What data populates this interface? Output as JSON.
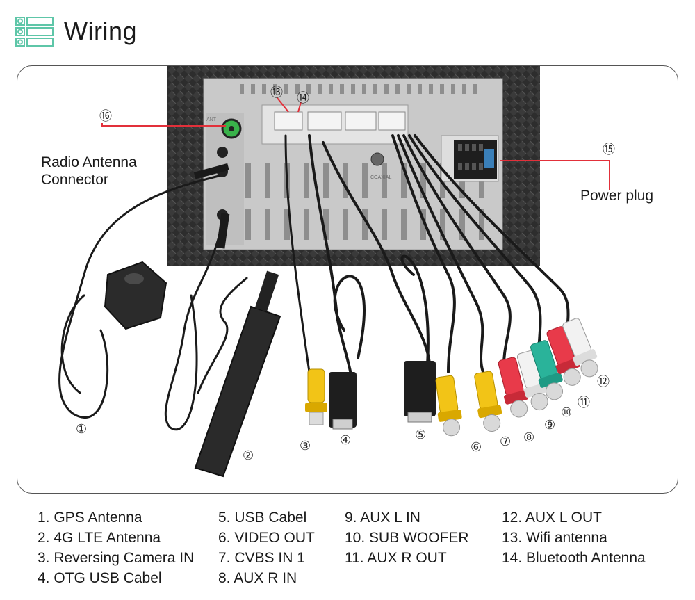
{
  "header": {
    "title": "Wiring",
    "icon": "list-icon"
  },
  "callouts": {
    "radio_antenna_line1": "Radio Antenna",
    "radio_antenna_line2": "Connector",
    "power_plug": "Power plug"
  },
  "markers": {
    "m1": "①",
    "m2": "②",
    "m3": "③",
    "m4": "④",
    "m5": "⑤",
    "m6": "⑥",
    "m7": "⑦",
    "m8": "⑧",
    "m9": "⑨",
    "m10": "⑩",
    "m11": "⑪",
    "m12": "⑫",
    "m13": "⑬",
    "m14": "⑭",
    "m15": "⑮",
    "m16": "⑯"
  },
  "unit_labels": {
    "coaxial": "COAXIAL",
    "ant": "ANT"
  },
  "legend": {
    "col1": [
      "1. GPS Antenna",
      "2. 4G LTE Antenna",
      "3. Reversing Camera IN",
      "4. OTG USB Cabel"
    ],
    "col2": [
      "5. USB Cabel",
      "6. VIDEO OUT",
      "7. CVBS IN 1",
      "8. AUX R IN"
    ],
    "col3": [
      "9. AUX L IN",
      "10. SUB WOOFER",
      "11. AUX R OUT"
    ],
    "col4": [
      "12. AUX L OUT",
      "13. Wifi antenna",
      "14. Bluetooth Antenna"
    ]
  },
  "colors": {
    "accent": "#5ec6a8",
    "callout_line": "#e2303a",
    "rca_yellow": "#f2c417",
    "rca_red": "#e83a4a",
    "rca_white": "#f2f2f2",
    "rca_teal": "#2ab39a"
  }
}
